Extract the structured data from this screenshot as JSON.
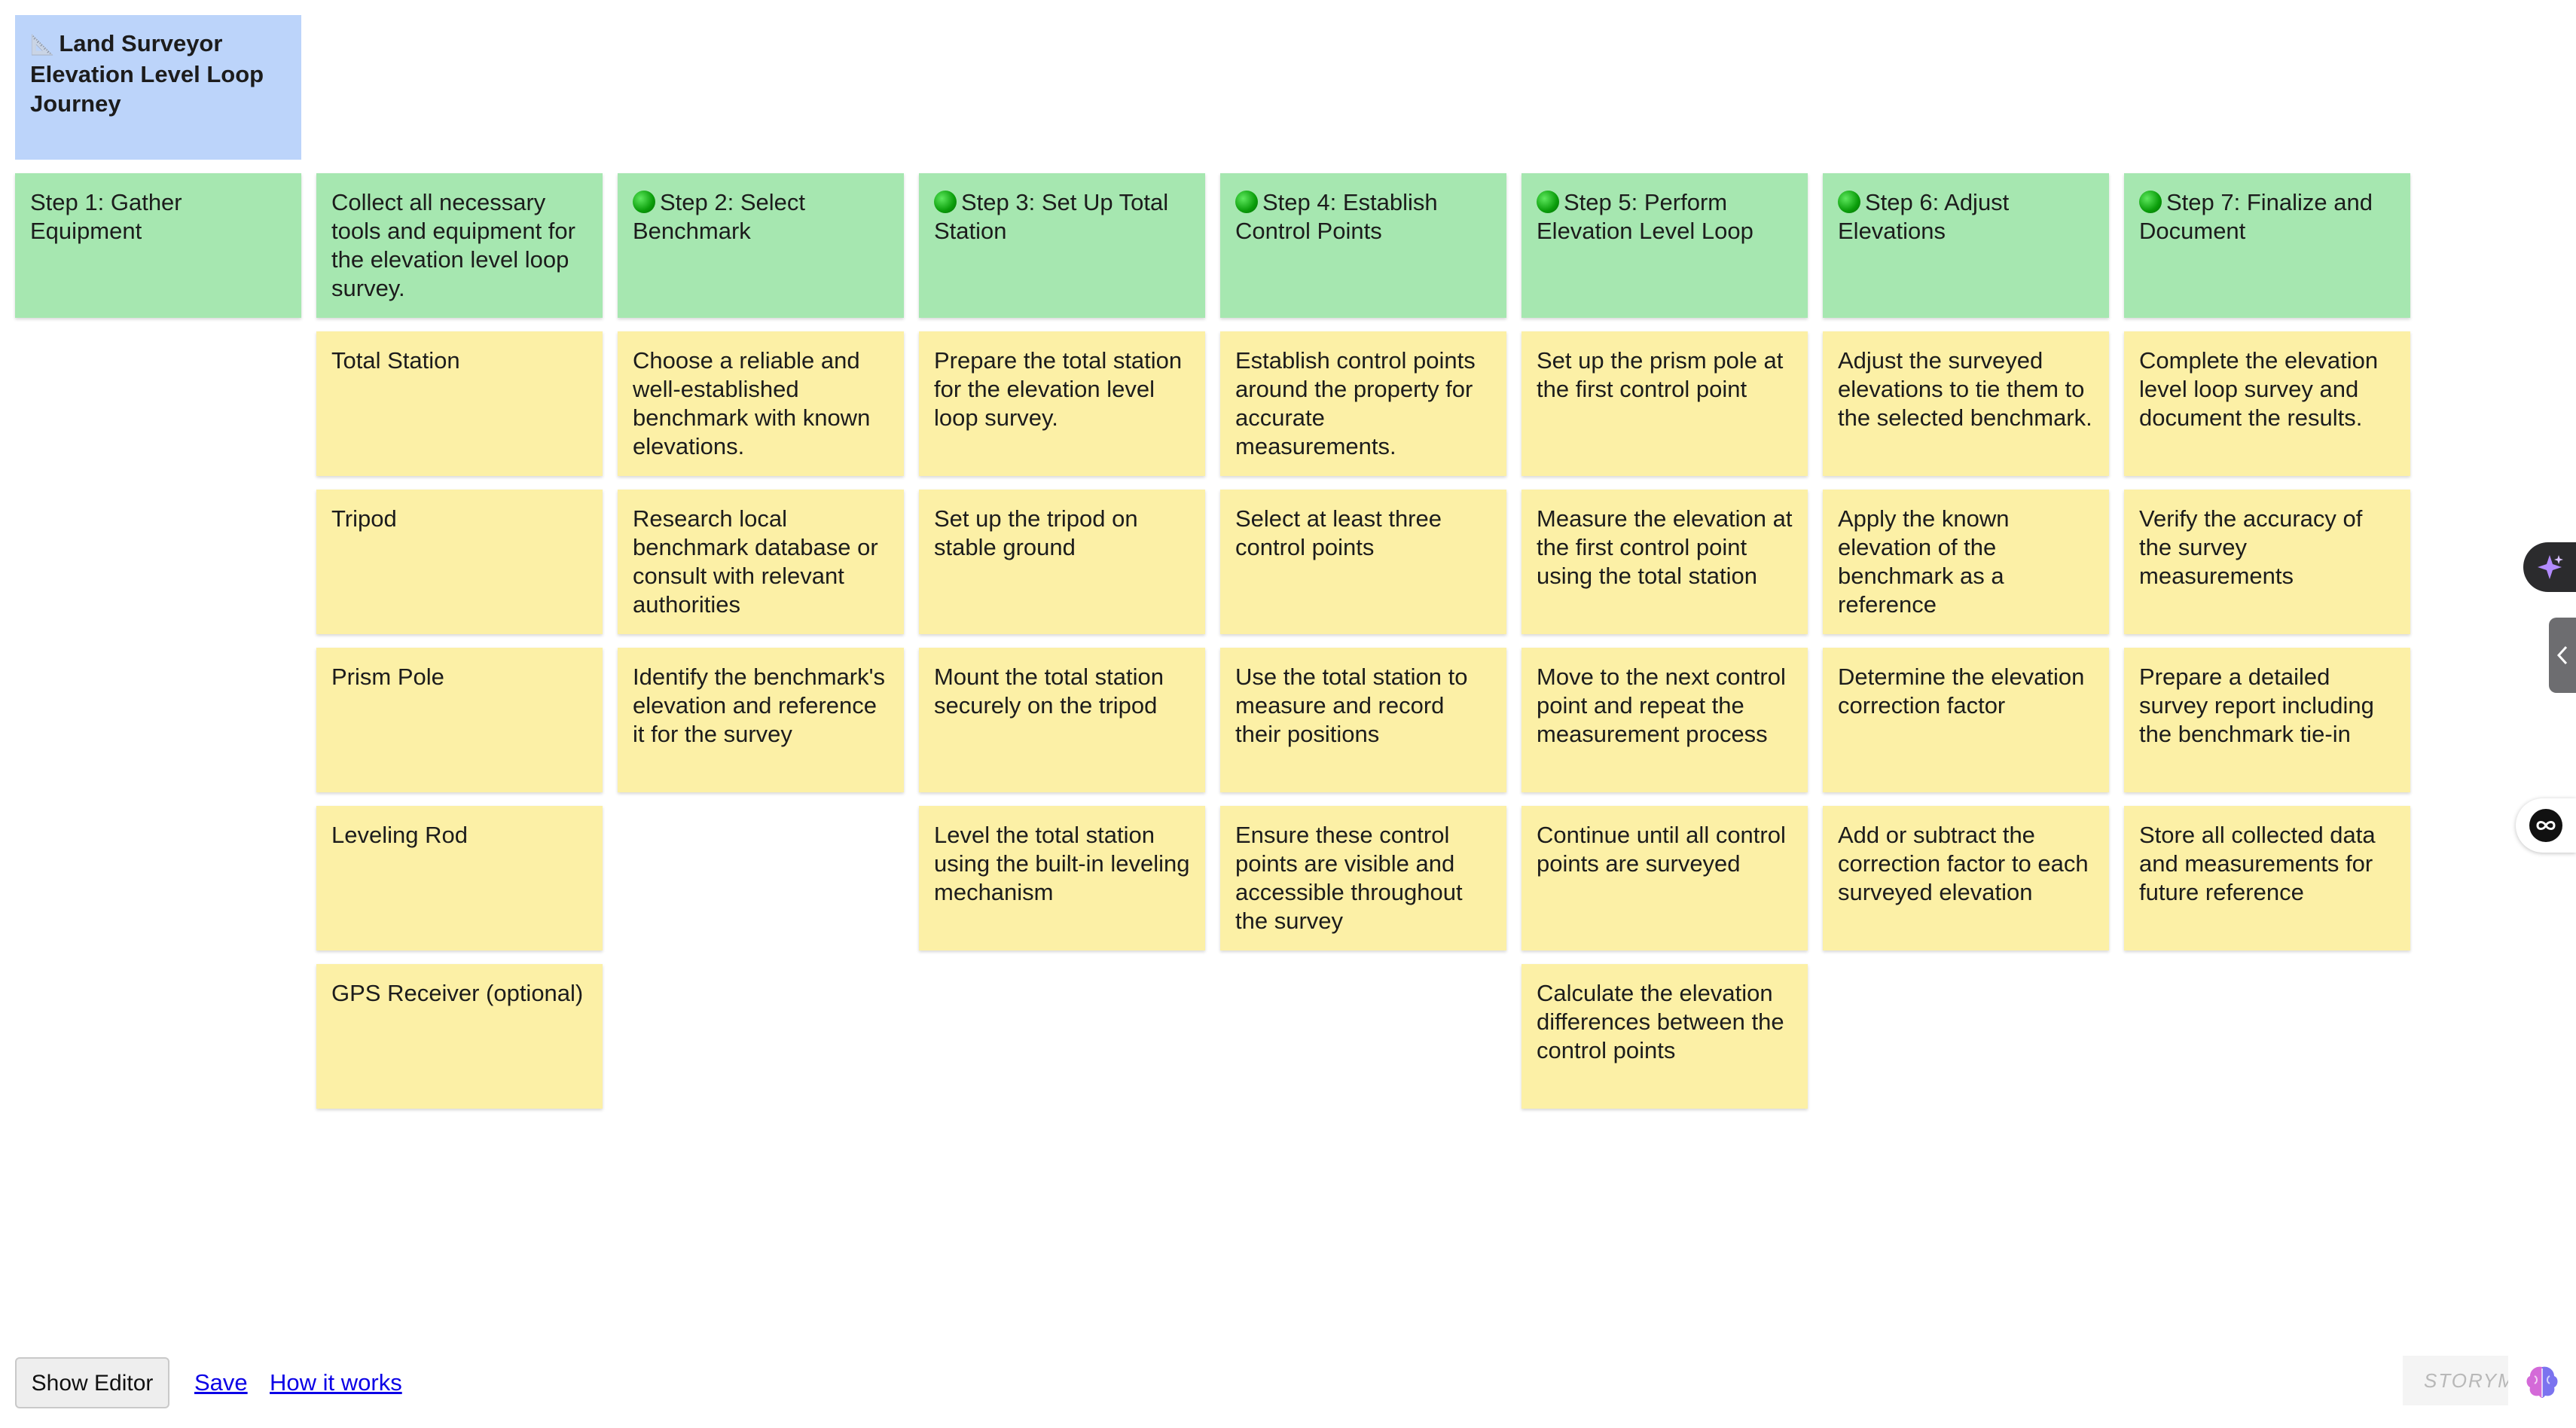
{
  "board": {
    "title": "Land Surveyor Elevation Level Loop Journey"
  },
  "steps": [
    {
      "title": "Step 1: Gather Equipment",
      "has_dot": false,
      "description": "Collect all necessary tools and equipment for the elevation level loop survey.",
      "tasks": [
        "Total Station",
        "Tripod",
        "Prism Pole",
        "Leveling Rod",
        "GPS Receiver (optional)"
      ]
    },
    {
      "title": "Step 2: Select Benchmark",
      "has_dot": true,
      "tasks": [
        "Choose a reliable and well-established benchmark with known elevations.",
        "Research local benchmark database or consult with relevant authorities",
        "Identify the benchmark's elevation and reference it for the survey"
      ]
    },
    {
      "title": "Step 3: Set Up Total Station",
      "has_dot": true,
      "tasks": [
        "Prepare the total station for the elevation level loop survey.",
        "Set up the tripod on stable ground",
        "Mount the total station securely on the tripod",
        "Level the total station using the built-in leveling mechanism"
      ]
    },
    {
      "title": "Step 4: Establish Control Points",
      "has_dot": true,
      "tasks": [
        "Establish control points around the property for accurate measurements.",
        "Select at least three control points",
        "Use the total station to measure and record their positions",
        "Ensure these control points are visible and accessible throughout the survey"
      ]
    },
    {
      "title": "Step 5: Perform Elevation Level Loop",
      "has_dot": true,
      "tasks": [
        "Set up the prism pole at the first control point",
        "Measure the elevation at the first control point using the total station",
        "Move to the next control point and repeat the measurement process",
        "Continue until all control points are surveyed",
        "Calculate the elevation differences between the control points"
      ]
    },
    {
      "title": "Step 6: Adjust Elevations",
      "has_dot": true,
      "tasks": [
        "Adjust the surveyed elevations to tie them to the selected benchmark.",
        "Apply the known elevation of the benchmark as a reference",
        "Determine the elevation correction factor",
        "Add or subtract the correction factor to each surveyed elevation"
      ]
    },
    {
      "title": "Step 7: Finalize and Document",
      "has_dot": true,
      "tasks": [
        "Complete the elevation level loop survey and document the results.",
        "Verify the accuracy of the survey measurements",
        "Prepare a detailed survey report including the benchmark tie-in",
        "Store all collected data and measurements for future reference"
      ]
    }
  ],
  "footer": {
    "show_editor": "Show Editor",
    "save": "Save",
    "how_it_works": "How it works",
    "watermark": "STORYM"
  },
  "colors": {
    "title_card": "#bcd4fa",
    "step_card": "#a6e7b0",
    "task_card": "#fcf0a6",
    "link": "#0b00e6"
  },
  "icons": {
    "title": "triangular-ruler-icon",
    "step_status": "green-circle-icon",
    "ai_sparkle": "sparkle-icon",
    "collapse": "chevron-left-icon",
    "assistant": "infinity-icon",
    "brain": "brain-icon"
  }
}
